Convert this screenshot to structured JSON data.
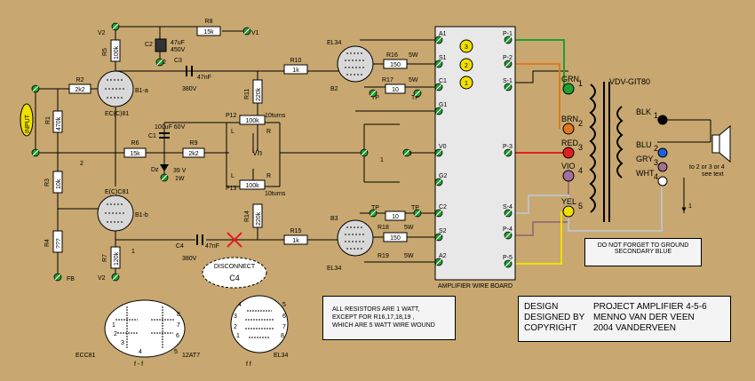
{
  "tubes": {
    "b1a": "B1-a",
    "b1a_type": "EC(C)81",
    "b1b": "B1-b",
    "b1b_type": "E(C)C81",
    "b2": "B2",
    "b2_type": "EL34",
    "b3": "B3",
    "b3_type": "EL34",
    "fb": "FB"
  },
  "supply": {
    "v1": "V1",
    "v2_top": "V2",
    "v2_bottom": "V2"
  },
  "components": {
    "r1": "R1",
    "r1_val": "470k",
    "r2": "R2",
    "r2_val": "2k2",
    "r3": "R3",
    "r3_val": "10k",
    "r4": "R4",
    "r4_val": "???",
    "r5": "R5",
    "r5_val": "100k",
    "r6": "R6",
    "r6_val": "15k",
    "r7": "R7",
    "r7_val": "120k",
    "r8": "R8",
    "r8_val": "15k",
    "r9": "R9",
    "r9_val": "2k2",
    "r10": "R10",
    "r10_val": "1k",
    "r11": "R11",
    "r11_val": "220k",
    "r14": "R14",
    "r14_val": "220k",
    "r15": "R15",
    "r15_val": "1k",
    "r16": "R16",
    "r16_val": "150",
    "r16_w": "5W",
    "r17": "R17",
    "r17_val": "10",
    "r17_w": "5W",
    "r18": "R18",
    "r18_val": "10",
    "r18_w": "5W",
    "r19": "R19",
    "r19_val": "150",
    "r19_w": "5W",
    "c1": "C1",
    "c1_val": "100uF 60V",
    "c2": "C2",
    "c2_val1": "47uF",
    "c2_val2": "450V",
    "c3": "C3",
    "c3_val": "47nF",
    "c3_v": "380V",
    "c4": "C4",
    "c4_val": "47nF",
    "c4_v": "380V",
    "dz": "Dz",
    "dz_val1": "39 V",
    "dz_val2": "1W",
    "p12": "P12",
    "p12_val": "100k",
    "p12_turns": "10turns",
    "p13": "P13",
    "p13_val": "100k",
    "p13_turns": "10turns",
    "vn": "Vn",
    "l": "L",
    "r": "R",
    "input": "INPUT",
    "tp": "TP",
    "v0": "V0",
    "n1": "1",
    "n2": "2",
    "n2b": "2",
    "n1b": "1"
  },
  "board": {
    "title": "AMPLIFIER WIRE BOARD",
    "left_pins": [
      "A1",
      "S1",
      "C1",
      "G1",
      "V0",
      "G2",
      "C2",
      "S2",
      "A2"
    ],
    "right_pins": [
      "P-1",
      "P-2",
      "S-1",
      "P-3",
      "S-4",
      "P-4",
      "P-5"
    ],
    "jumpers": [
      "3",
      "2",
      "1"
    ]
  },
  "transformer": {
    "name": "VDV-GIT80",
    "primary": [
      {
        "label": "GRN",
        "num": "1",
        "color": "#20a030"
      },
      {
        "label": "BRN",
        "num": "2",
        "color": "#e07820"
      },
      {
        "label": "RED",
        "num": "3",
        "color": "#e02020"
      },
      {
        "label": "VIO",
        "num": "4",
        "color": "#a070a0"
      },
      {
        "label": "YEL",
        "num": "5",
        "color": "#f0e000"
      }
    ],
    "secondary": [
      {
        "label": "BLK",
        "num": "1",
        "color": "#000000"
      },
      {
        "label": "BLU",
        "num": "2",
        "color": "#2060e0"
      },
      {
        "label": "GRY",
        "num": "3",
        "color": "#a07090"
      },
      {
        "label": "WHT",
        "num": "4",
        "color": "#ffffff"
      }
    ],
    "speaker_note1": "to 2 or 3 or 4",
    "speaker_note2": "see text",
    "speaker_tap": "1"
  },
  "notes": {
    "disconnect": "DISCONNECT",
    "disconnect_c4": "C4",
    "ground_note1": "DO NOT FORGET TO GROUND",
    "ground_note2": "SECONDARY BLUE",
    "resistors1": "ALL RESISTORS ARE 1 WATT,",
    "resistors2": "EXCEPT FOR R16,17,18,19 ,",
    "resistors3": "WHICH ARE 5 WATT WIRE WOUND"
  },
  "design": {
    "design_label": "DESIGN",
    "design_value": "PROJECT AMPLIFIER 4-5-6",
    "by_label": "DESIGNED BY",
    "by_value": "MENNO VAN DER VEEN",
    "copy_label": "COPYRIGHT",
    "copy_value": "2004 VANDERVEEN"
  },
  "pinouts": {
    "ecc81": "ECC81",
    "at7": "12AT7",
    "el34": "EL34",
    "ecc_f": "f - f",
    "el34_f": "f f",
    "ecc_pins": [
      "1",
      "2",
      "3",
      "4",
      "5",
      "6",
      "7",
      "8"
    ],
    "el34_pins": [
      "1",
      "2",
      "3",
      "4",
      "5",
      "6",
      "7",
      "8"
    ]
  }
}
